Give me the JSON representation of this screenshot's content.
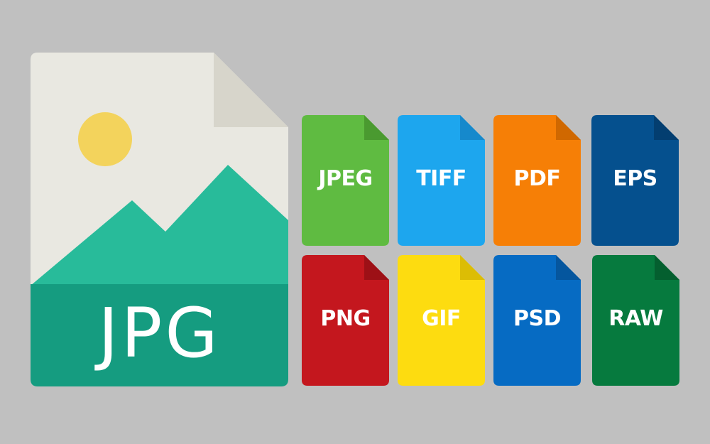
{
  "main_icon": {
    "label": "JPG",
    "icon": "image-file-icon",
    "colors": {
      "page": "#e9e8e1",
      "fold": "#d7d5cb",
      "sun": "#f3d35c",
      "mountain": "#28bb9a",
      "band": "#159c80"
    }
  },
  "formats": [
    {
      "label": "JPEG",
      "color": "#5fbb41",
      "fold": "#4a9a30"
    },
    {
      "label": "TIFF",
      "color": "#1da6ee",
      "fold": "#1689cc"
    },
    {
      "label": "PDF",
      "color": "#f67f06",
      "fold": "#d06800"
    },
    {
      "label": "EPS",
      "color": "#05508e",
      "fold": "#033e70"
    },
    {
      "label": "PNG",
      "color": "#c4171e",
      "fold": "#9d1016"
    },
    {
      "label": "GIF",
      "color": "#fddc10",
      "fold": "#dcbd05"
    },
    {
      "label": "PSD",
      "color": "#066bc3",
      "fold": "#05569e"
    },
    {
      "label": "RAW",
      "color": "#067a3e",
      "fold": "#045f2f"
    }
  ]
}
